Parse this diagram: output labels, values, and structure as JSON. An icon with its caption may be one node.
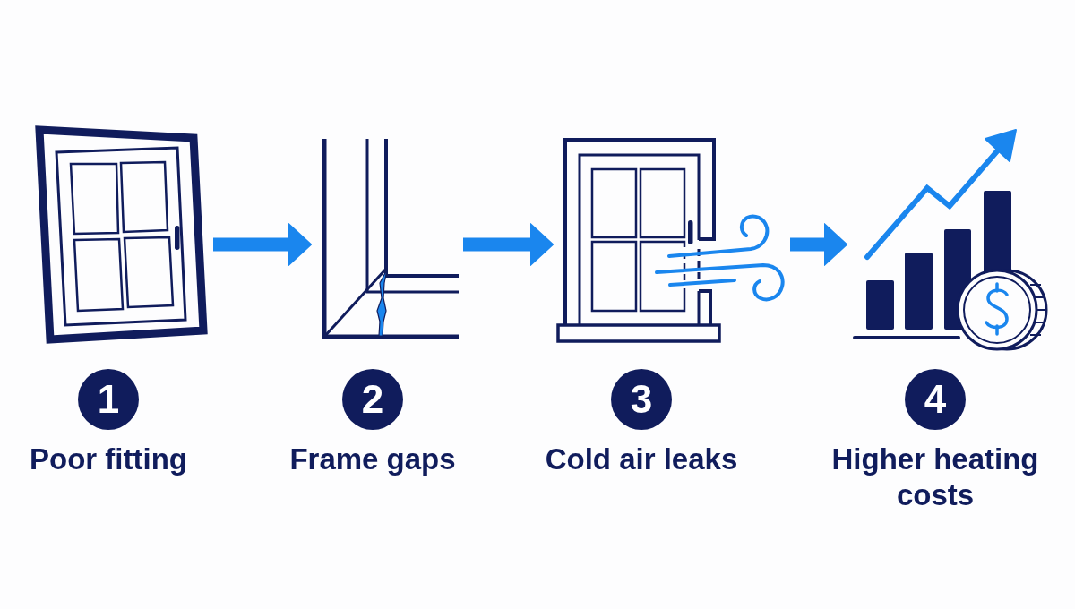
{
  "diagram": {
    "nodes": [
      {
        "text": [],
        "shape": "picture"
      },
      {
        "text": [
          "1"
        ],
        "beside": [
          "Poor fitting"
        ]
      },
      {
        "text": [],
        "shape": "picture"
      },
      {
        "text": [
          "2"
        ],
        "beside": [
          "Frame gaps"
        ]
      },
      {
        "text": [],
        "shape": "picture"
      },
      {
        "text": [
          "3"
        ],
        "beside": [
          "Cold air leaks"
        ]
      },
      {
        "text": [],
        "shape": "picture"
      },
      {
        "text": [
          "4"
        ],
        "beside": [
          "Higher heating costs"
        ]
      }
    ],
    "edges": [
      {
        "from": 0,
        "to": 2,
        "arrow": "to"
      },
      {
        "from": 2,
        "to": 4,
        "arrow": "to"
      },
      {
        "from": 4,
        "to": 6,
        "arrow": "to"
      }
    ]
  }
}
